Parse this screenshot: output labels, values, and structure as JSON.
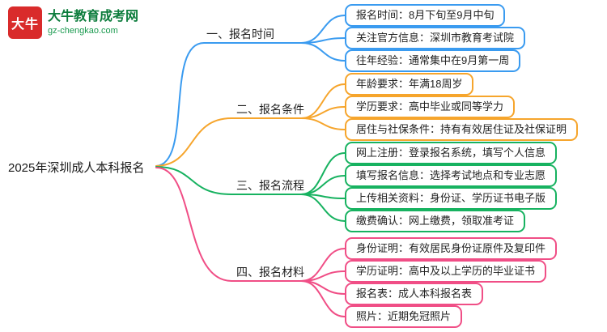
{
  "logo": {
    "badge_text": "大牛",
    "name": "大牛教育成考网",
    "domain": "gz-chengkao.com"
  },
  "root": {
    "label": "2025年深圳成人本科报名"
  },
  "branches": [
    {
      "label": "一、报名时间",
      "color": "#3a9bf0",
      "items": [
        "报名时间：8月下旬至9月中旬",
        "关注官方信息：深圳市教育考试院",
        "往年经验：通常集中在9月第一周"
      ]
    },
    {
      "label": "二、报名条件",
      "color": "#f6a52c",
      "items": [
        "年龄要求：年满18周岁",
        "学历要求：高中毕业或同等学力",
        "居住与社保条件：持有有效居住证及社保证明"
      ]
    },
    {
      "label": "三、报名流程",
      "color": "#17b260",
      "items": [
        "网上注册：登录报名系统，填写个人信息",
        "填写报名信息：选择考试地点和专业志愿",
        "上传相关资料：身份证、学历证书电子版",
        "缴费确认：网上缴费，领取准考证"
      ]
    },
    {
      "label": "四、报名材料",
      "color": "#f04e86",
      "items": [
        "身份证明：有效居民身份证原件及复印件",
        "学历证明：高中及以上学历的毕业证书",
        "报名表：成人本科报名表",
        "照片：近期免冠照片"
      ]
    }
  ]
}
